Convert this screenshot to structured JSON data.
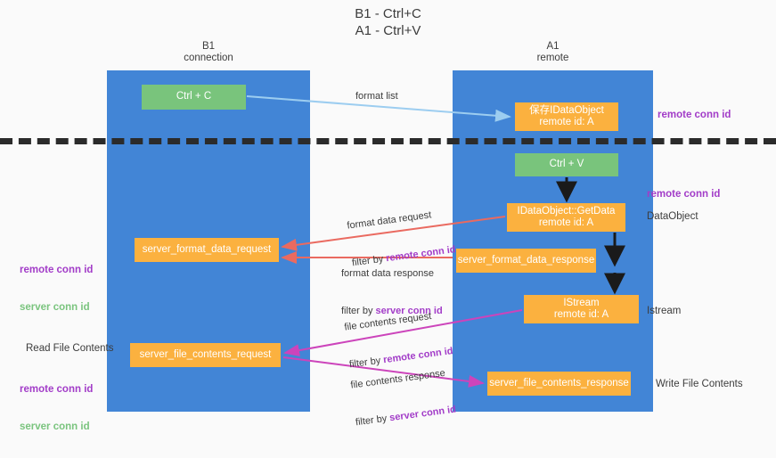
{
  "title": "B1 - Ctrl+C\nA1 - Ctrl+V",
  "columns": {
    "left": {
      "header": "B1\nconnection"
    },
    "right": {
      "header": "A1\nremote"
    }
  },
  "colors": {
    "lane": "#4285d6",
    "green_box": "#79c47c",
    "orange_box": "#fbb13f",
    "purple_text": "#a23cc8",
    "green_text": "#7ac47e",
    "arrow_format_list": "#9ccdf0",
    "arrow_format_data": "#ea6a60",
    "arrow_file_contents": "#cc44bb",
    "arrow_black": "#1a1a1a",
    "separator": "#2b2b2b",
    "background": "#fafafa"
  },
  "boxes": {
    "ctrl_c": {
      "line1": "Ctrl + C"
    },
    "save_dataobject": {
      "line1": "保存IDataObject",
      "line2": "remote id: A"
    },
    "ctrl_v": {
      "line1": "Ctrl + V"
    },
    "getdata": {
      "line1": "IDataObject::GetData",
      "line2": "remote id: A"
    },
    "server_format_data_request": {
      "line1": "server_format_data_request"
    },
    "server_format_data_response": {
      "line1": "server_format_data_response"
    },
    "istream": {
      "line1": "IStream",
      "line2": "remote id: A"
    },
    "server_file_contents_request": {
      "line1": "server_file_contents_request"
    },
    "server_file_contents_response": {
      "line1": "server_file_contents_response"
    }
  },
  "edge_labels": {
    "format_list": "format list",
    "format_data_request": {
      "line1": "format data request",
      "prefix": "filter by ",
      "highlight": "remote conn id"
    },
    "format_data_response": {
      "line1": "format data response",
      "prefix": "filter by ",
      "highlight": "server conn id"
    },
    "file_contents_request": {
      "line1": "file contents request",
      "prefix": "filter by ",
      "highlight": "remote conn id"
    },
    "file_contents_response": {
      "line1": "file contents response",
      "prefix": "filter by ",
      "highlight": "server conn id"
    }
  },
  "annotations": {
    "right": {
      "remote_conn_id_top": "remote conn id",
      "remote_conn_id_mid": "remote conn id",
      "dataobject": "DataObject",
      "istream": "Istream",
      "write_file_contents": "Write File Contents"
    },
    "left": {
      "remote_conn_id_1": "remote conn id",
      "server_conn_id_1": "server conn id",
      "read_file_contents": "Read File Contents",
      "remote_conn_id_2": "remote conn id",
      "server_conn_id_2": "server conn id"
    }
  }
}
